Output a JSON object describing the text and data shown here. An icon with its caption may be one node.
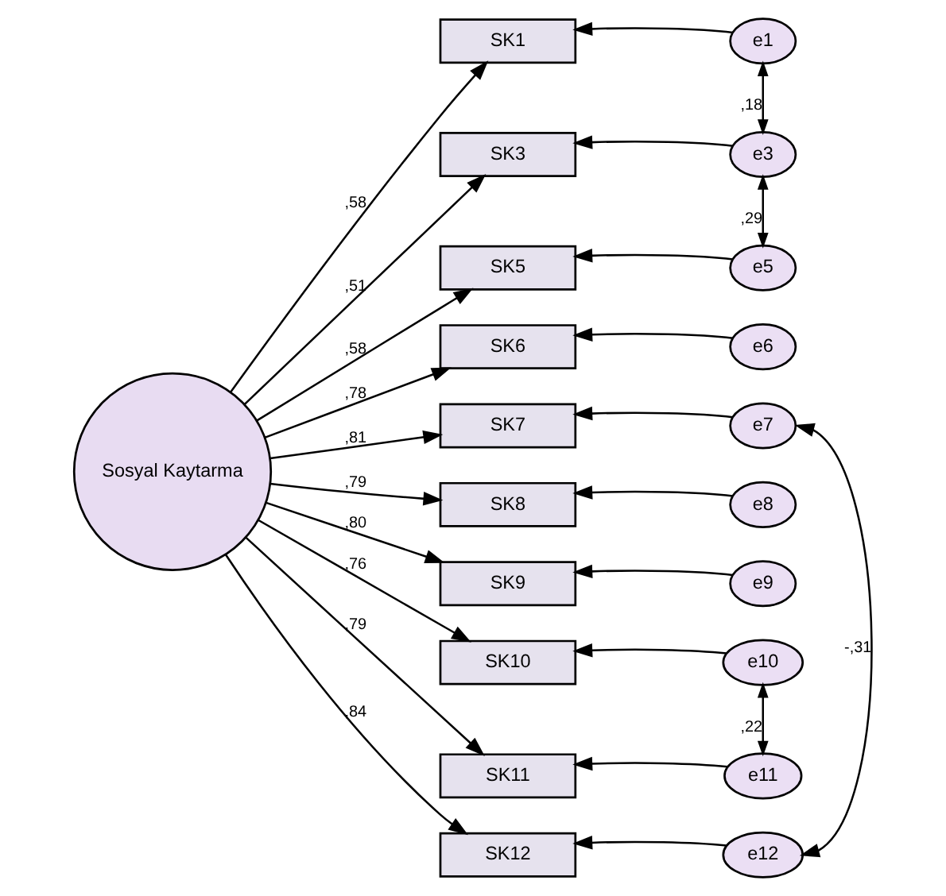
{
  "diagram": {
    "nodes": [
      {
        "text": [
          "Sosyal Kaytarma"
        ]
      },
      {
        "text": [
          "SK1"
        ]
      },
      {
        "text": [
          "SK3"
        ]
      },
      {
        "text": [
          "SK5"
        ]
      },
      {
        "text": [
          "SK6"
        ]
      },
      {
        "text": [
          "SK7"
        ]
      },
      {
        "text": [
          "SK8"
        ]
      },
      {
        "text": [
          "SK9"
        ]
      },
      {
        "text": [
          "SK10"
        ]
      },
      {
        "text": [
          "SK11"
        ]
      },
      {
        "text": [
          "SK12"
        ]
      },
      {
        "text": [
          "e1"
        ]
      },
      {
        "text": [
          "e3"
        ]
      },
      {
        "text": [
          "e5"
        ]
      },
      {
        "text": [
          "e6"
        ]
      },
      {
        "text": [
          "e7"
        ]
      },
      {
        "text": [
          "e8"
        ]
      },
      {
        "text": [
          "e9"
        ]
      },
      {
        "text": [
          "e10"
        ]
      },
      {
        "text": [
          "e11"
        ]
      },
      {
        "text": [
          "e12"
        ]
      }
    ],
    "edges": [
      {
        "from": 0,
        "to": 1,
        "arrow": "to",
        "label": ",58"
      },
      {
        "from": 0,
        "to": 2,
        "arrow": "to",
        "label": ",51"
      },
      {
        "from": 0,
        "to": 3,
        "arrow": "to",
        "label": ",58"
      },
      {
        "from": 0,
        "to": 4,
        "arrow": "to",
        "label": ",78"
      },
      {
        "from": 0,
        "to": 5,
        "arrow": "to",
        "label": ",81"
      },
      {
        "from": 0,
        "to": 6,
        "arrow": "to",
        "label": ",79"
      },
      {
        "from": 0,
        "to": 7,
        "arrow": "to",
        "label": ",80"
      },
      {
        "from": 0,
        "to": 8,
        "arrow": "to",
        "label": ",76"
      },
      {
        "from": 0,
        "to": 9,
        "arrow": "to",
        "label": ",79"
      },
      {
        "from": 0,
        "to": 10,
        "arrow": "to",
        "label": ",84"
      },
      {
        "from": 11,
        "to": 1,
        "arrow": "to"
      },
      {
        "from": 12,
        "to": 2,
        "arrow": "to"
      },
      {
        "from": 13,
        "to": 3,
        "arrow": "to"
      },
      {
        "from": 14,
        "to": 4,
        "arrow": "to"
      },
      {
        "from": 15,
        "to": 5,
        "arrow": "to"
      },
      {
        "from": 16,
        "to": 6,
        "arrow": "to"
      },
      {
        "from": 17,
        "to": 7,
        "arrow": "to"
      },
      {
        "from": 18,
        "to": 8,
        "arrow": "to"
      },
      {
        "from": 19,
        "to": 9,
        "arrow": "to"
      },
      {
        "from": 20,
        "to": 10,
        "arrow": "to"
      },
      {
        "from": 11,
        "to": 12,
        "arrow": "both",
        "label": ",18"
      },
      {
        "from": 12,
        "to": 13,
        "arrow": "both",
        "label": ",29"
      },
      {
        "from": 15,
        "to": 20,
        "arrow": "both",
        "label": "-,31"
      },
      {
        "from": 18,
        "to": 19,
        "arrow": "both",
        "label": ",22"
      }
    ]
  }
}
